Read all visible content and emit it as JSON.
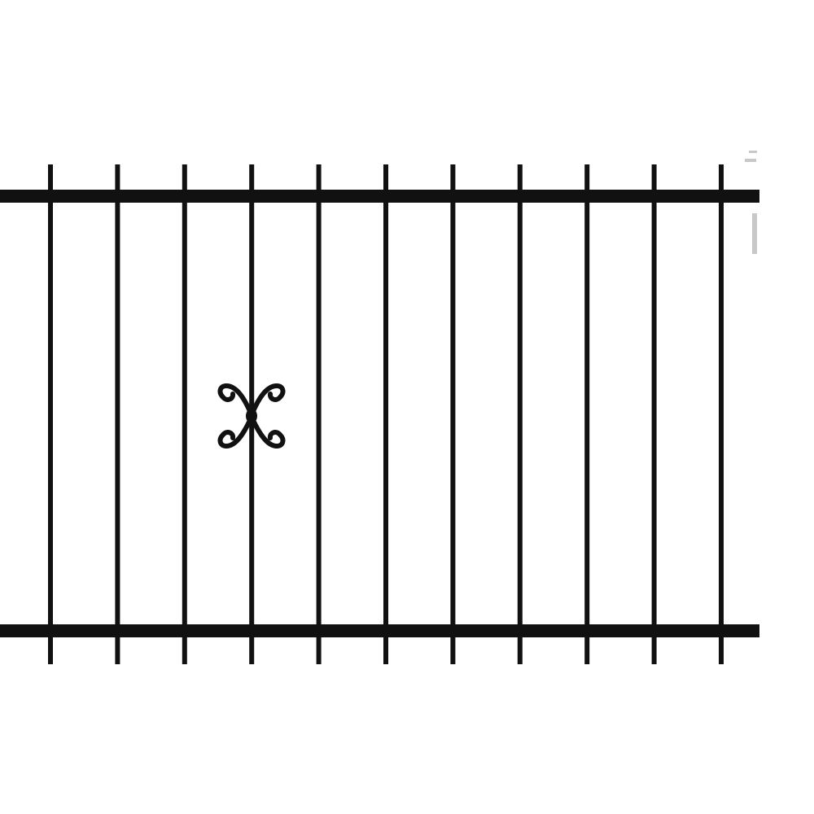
{
  "image": {
    "subject": "black-metal-fence-panel",
    "background_color": "#ffffff",
    "metal_color": "#111111",
    "rail_count": 2,
    "picket_count": 11,
    "ornament": "scroll-butterfly-ornament",
    "ornament_on_picket": 4
  }
}
